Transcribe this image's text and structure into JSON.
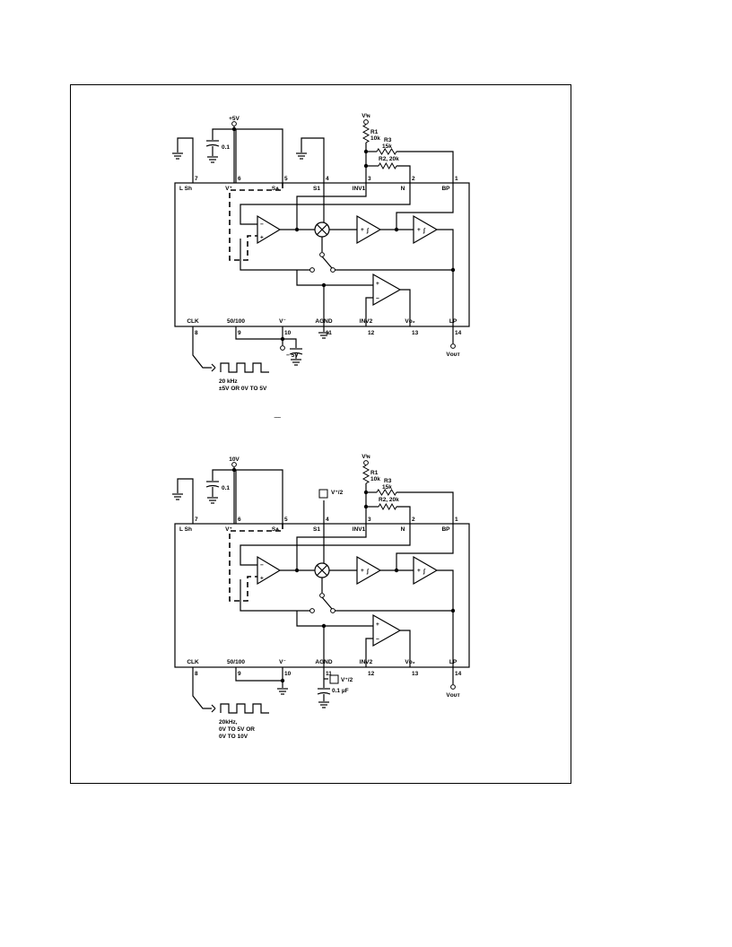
{
  "circuits": [
    {
      "supply_label": "+5V",
      "cap_label": "0.1",
      "s1_ref_label": "",
      "neg_supply_label": "− 5V",
      "agnd_cap_label": "",
      "clock_lines": [
        "20 kHz",
        "±5V OR 0V TO 5V"
      ],
      "resistors": {
        "r1": [
          "R1",
          "10k"
        ],
        "r3": [
          "R3",
          "15k"
        ],
        "r2": "R2, 20k"
      }
    },
    {
      "supply_label": "10V",
      "cap_label": "0.1",
      "s1_ref_label": "V⁺/2",
      "neg_supply_label": "",
      "agnd_cap_label": "0.1 µF",
      "clock_lines": [
        "20kHz,",
        "0V TO 5V OR",
        "0V TO 10V"
      ],
      "resistors": {
        "r1": [
          "R1",
          "10k"
        ],
        "r3": [
          "R3",
          "15k"
        ],
        "r2": "R2, 20k"
      }
    }
  ],
  "pins_top": [
    {
      "num": "7",
      "name": "L Sh"
    },
    {
      "num": "6",
      "name": "V⁺"
    },
    {
      "num": "5",
      "name": "Sᴀ"
    },
    {
      "num": "4",
      "name": "S1"
    },
    {
      "num": "3",
      "name": "INV1"
    },
    {
      "num": "2",
      "name": "N"
    },
    {
      "num": "1",
      "name": "BP"
    }
  ],
  "pins_bottom": [
    {
      "num": "8",
      "name": "CLK"
    },
    {
      "num": "9",
      "name": "50/100"
    },
    {
      "num": "10",
      "name": "V⁻"
    },
    {
      "num": "11",
      "name": "AGND"
    },
    {
      "num": "12",
      "name": "INV2"
    },
    {
      "num": "13",
      "name": "Vᴏ₂"
    },
    {
      "num": "14",
      "name": "LP"
    }
  ],
  "vin_label": "Vᴵɴ",
  "vout_label": "Vᴏᴜᴛ",
  "integrator_symbol": "∫",
  "plus_sign": "+",
  "minus_sign": "−",
  "separator_mark": "‾‾‾"
}
